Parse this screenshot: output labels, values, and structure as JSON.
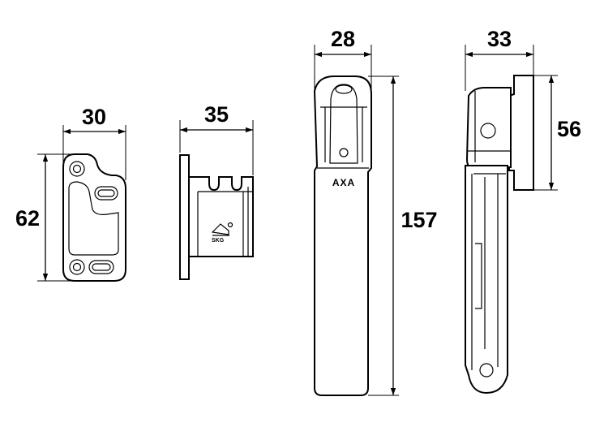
{
  "dimensions": {
    "strike_plate_width": "30",
    "strike_plate_height": "62",
    "keeper_width": "35",
    "handle_width": "28",
    "handle_length": "157",
    "handle_side_depth": "33",
    "handle_side_base_height": "56"
  },
  "labels": {
    "brand": "AXA",
    "keeper_mark": "SKG"
  },
  "icons": [
    "arrowhead",
    "skg-mark-icon"
  ],
  "colors": {
    "line": "#000000",
    "background": "#ffffff"
  }
}
